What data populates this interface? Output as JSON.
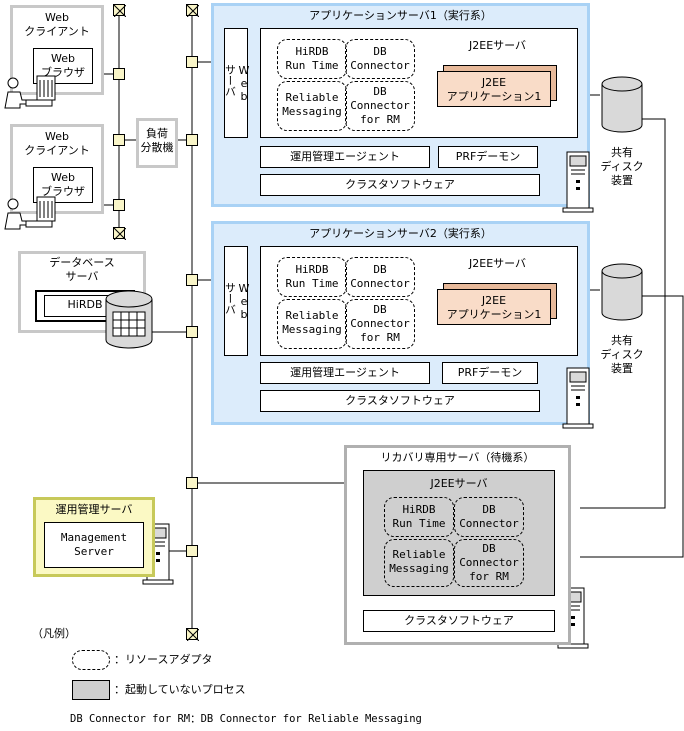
{
  "web_client_1": {
    "title": "Web\nクライアント",
    "browser": "Web\nブラウザ"
  },
  "web_client_2": {
    "title": "Web\nクライアント",
    "browser": "Web\nブラウザ"
  },
  "load_balancer": "負荷\n分散機",
  "db_server": {
    "title": "データベース\nサーバ",
    "hirdb": "HiRDB"
  },
  "app_server_1": {
    "title": "アプリケーションサーバ1（実行系）",
    "web_server": "Web\nサーバ",
    "j2ee_server": "J2EEサーバ",
    "hirdb_runtime": "HiRDB\nRun Time",
    "db_connector": "DB\nConnector",
    "reliable_messaging": "Reliable\nMessaging",
    "db_connector_rm": "DB\nConnector\nfor RM",
    "j2ee_app": "J2EE\nアプリケーション1",
    "mgmt_agent": "運用管理エージェント",
    "prf_daemon": "PRFデーモン",
    "cluster_sw": "クラスタソフトウェア"
  },
  "app_server_2": {
    "title": "アプリケーションサーバ2（実行系）",
    "web_server": "Web\nサーバ",
    "j2ee_server": "J2EEサーバ",
    "hirdb_runtime": "HiRDB\nRun Time",
    "db_connector": "DB\nConnector",
    "reliable_messaging": "Reliable\nMessaging",
    "db_connector_rm": "DB\nConnector\nfor RM",
    "j2ee_app": "J2EE\nアプリケーション1",
    "mgmt_agent": "運用管理エージェント",
    "prf_daemon": "PRFデーモン",
    "cluster_sw": "クラスタソフトウェア"
  },
  "shared_disk_1": "共有\nディスク\n装置",
  "shared_disk_2": "共有\nディスク\n装置",
  "recovery_server": {
    "title": "リカバリ専用サーバ（待機系）",
    "j2ee_server": "J2EEサーバ",
    "hirdb_runtime": "HiRDB\nRun Time",
    "db_connector": "DB\nConnector",
    "reliable_messaging": "Reliable\nMessaging",
    "db_connector_rm": "DB\nConnector\nfor RM",
    "cluster_sw": "クラスタソフトウェア"
  },
  "mgmt_server": {
    "title": "運用管理サーバ",
    "label": "Management\nServer"
  },
  "legend": {
    "title": "（凡例）",
    "resource_adapter": "：リソースアダプタ",
    "inactive_process": "：起動していないプロセス",
    "footnote": "DB Connector for RM：DB Connector for Reliable Messaging"
  },
  "colors": {
    "app_server_bg": "#dcecfb",
    "app_server_border": "#a9d2f5",
    "j2ee_app_bg": "#f9dcc8",
    "mgmt_server_bg": "#fbf9c4",
    "mgmt_server_border": "#c7c95a",
    "inactive_bg": "#cfcfcf",
    "frame_gray": "#c8c8c8"
  }
}
